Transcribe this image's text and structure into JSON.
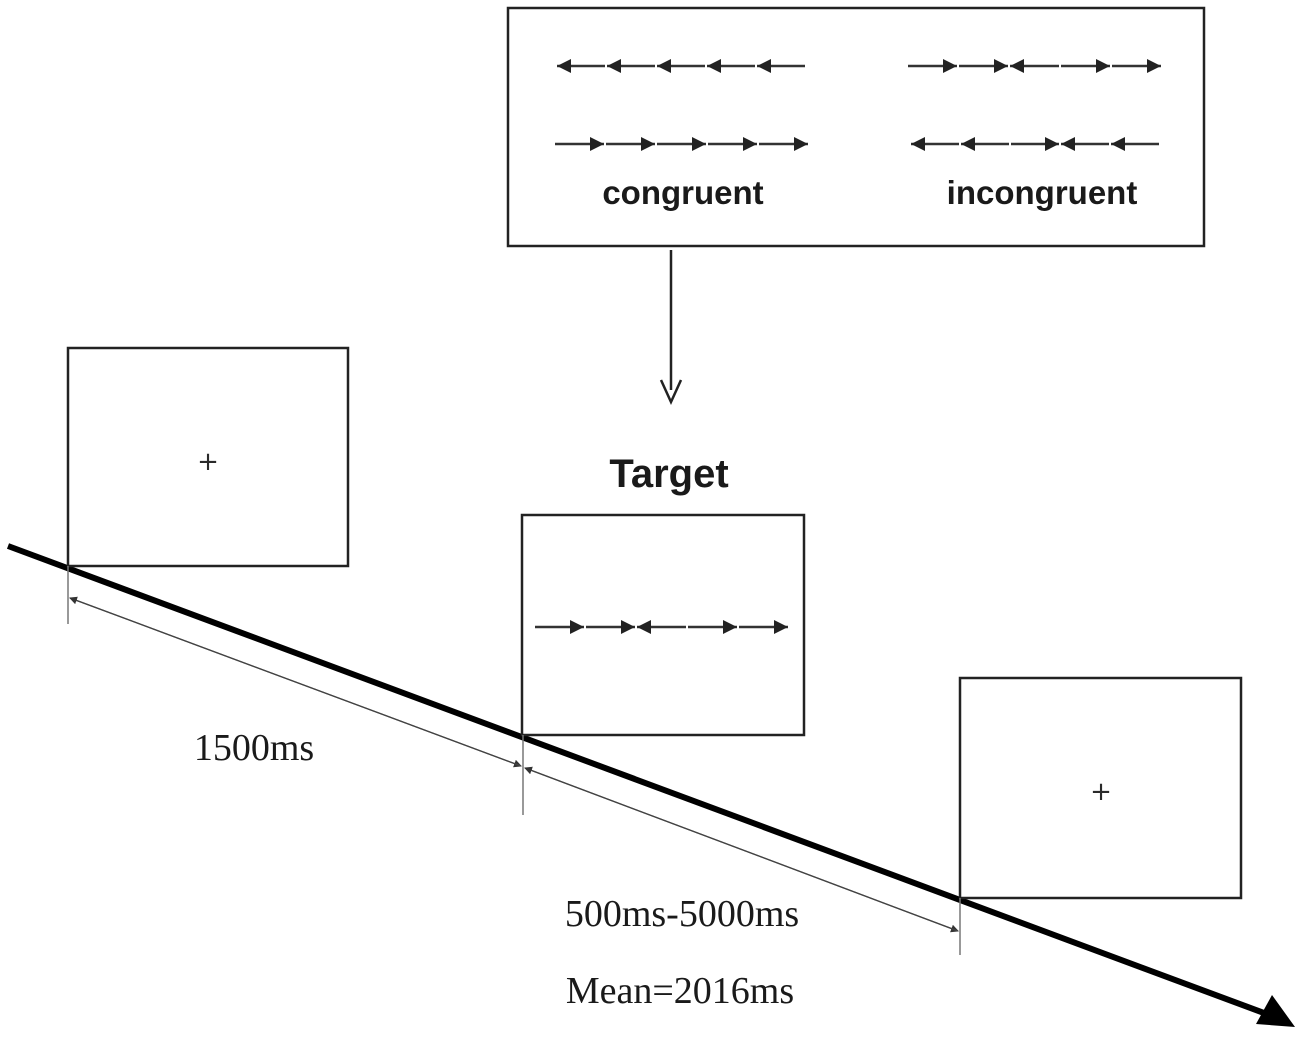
{
  "conditions": {
    "congruent": {
      "label": "congruent",
      "rows": [
        [
          "left",
          "left",
          "left",
          "left",
          "left"
        ],
        [
          "right",
          "right",
          "right",
          "right",
          "right"
        ]
      ]
    },
    "incongruent": {
      "label": "incongruent",
      "rows": [
        [
          "right",
          "right",
          "left",
          "right",
          "right"
        ],
        [
          "left",
          "left",
          "right",
          "left",
          "left"
        ]
      ]
    }
  },
  "frames": {
    "fixation_symbol": "+",
    "target_title": "Target",
    "target_arrows": [
      "right",
      "right",
      "left",
      "right",
      "right"
    ]
  },
  "timing": {
    "fixation_duration": "1500ms",
    "target_duration_range": "500ms-5000ms",
    "target_duration_mean": "Mean=2016ms"
  }
}
